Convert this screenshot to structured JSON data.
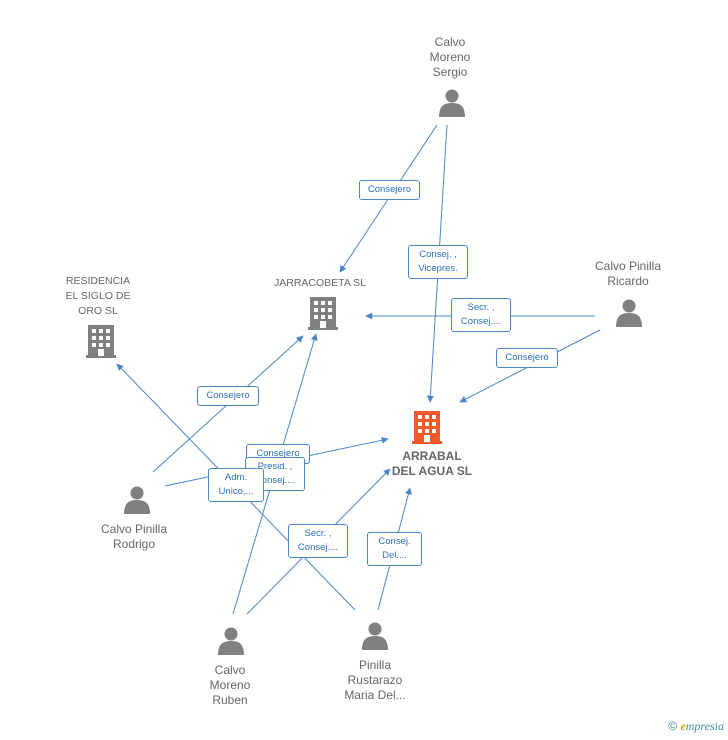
{
  "nodes": {
    "sergio": {
      "label": "Calvo\nMoreno\nSergio",
      "type": "person"
    },
    "ricardo": {
      "label": "Calvo Pinilla\nRicardo",
      "type": "person"
    },
    "rodrigo": {
      "label": "Calvo Pinilla\nRodrigo",
      "type": "person"
    },
    "ruben": {
      "label": "Calvo\nMoreno\nRuben",
      "type": "person"
    },
    "maria": {
      "label": "Pinilla\nRustarazo\nMaria Del...",
      "type": "person"
    },
    "residencia": {
      "label": "RESIDENCIA\nEL SIGLO DE\nORO  SL",
      "type": "company"
    },
    "jarracobeta": {
      "label": "JARRACOBETA SL",
      "type": "company"
    },
    "arrabal": {
      "label": "ARRABAL\nDEL AGUA SL",
      "type": "company-focus"
    }
  },
  "edges": {
    "sergio_jarracobeta": "Consejero",
    "sergio_arrabal": "Consej. ,\nVicepres.",
    "ricardo_jarracobeta": "Secr. ,\nConsej....",
    "ricardo_arrabal": "Consejero",
    "rodrigo_jarracobeta": "Consejero",
    "rodrigo_arrabal": "Consejero",
    "ruben_jarracobeta": "Presid. ,\nConsej....",
    "ruben_residencia": "Adm.\nUnico,...",
    "ruben_arrabal": "Secr. ,\nConsej....",
    "maria_arrabal": "Consej.\nDel...."
  },
  "colors": {
    "line": "#4a86c8",
    "person": "#808080",
    "company": "#808080",
    "focus": "#f05a28"
  },
  "footer": {
    "copyright": "©",
    "brand_e": "e",
    "brand_rest": "mpresia"
  }
}
